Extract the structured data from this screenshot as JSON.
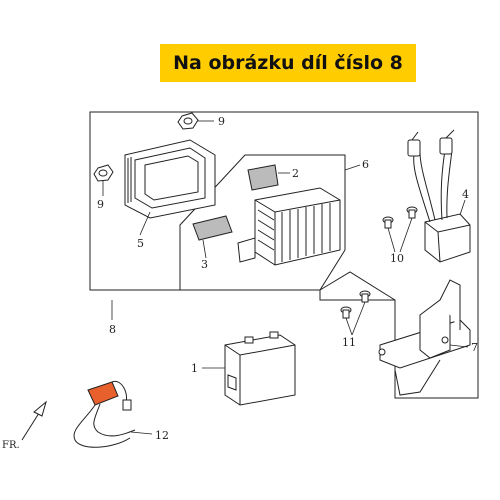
{
  "banner": {
    "text": "Na obrázku díl číslo 8"
  },
  "callouts": {
    "c1": "1",
    "c2": "2",
    "c3": "3",
    "c4": "4",
    "c5": "5",
    "c6": "6",
    "c7": "7",
    "c8": "8",
    "c9a": "9",
    "c9b": "9",
    "c10": "10",
    "c11": "11",
    "c12": "12"
  },
  "direction_label": "FR.",
  "colors": {
    "banner_bg": "#ffcc00",
    "line": "#222222",
    "accent_part": "#e8602c"
  }
}
